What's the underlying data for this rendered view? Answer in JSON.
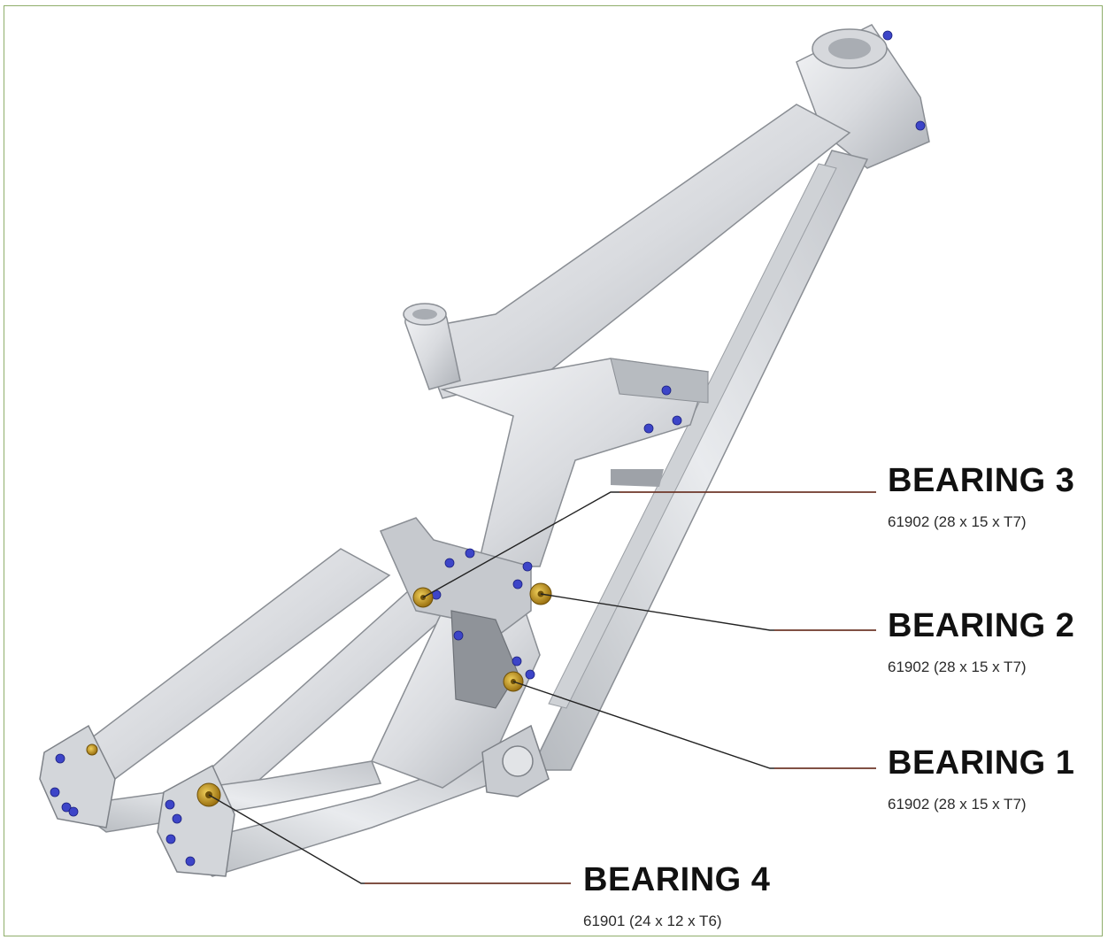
{
  "bearings": [
    {
      "id": "bearing-3",
      "title": "BEARING 3",
      "spec": "61902 (28 x 15 x T7)"
    },
    {
      "id": "bearing-2",
      "title": "BEARING 2",
      "spec": "61902 (28 x 15 x T7)"
    },
    {
      "id": "bearing-1",
      "title": "BEARING 1",
      "spec": "61902 (28 x 15 x T7)"
    },
    {
      "id": "bearing-4",
      "title": "BEARING 4",
      "spec": "61901 (24 x 12 x T6)"
    }
  ],
  "colors": {
    "frame_light": "#e6e8ec",
    "frame_mid": "#c7cacf",
    "frame_dark": "#9ea2a8",
    "bolt": "#3d45c8",
    "bearing_gold": "#c99a1e",
    "leader_line": "#222222",
    "leader_tail": "#7a3a2a",
    "border": "#8fae6b"
  }
}
